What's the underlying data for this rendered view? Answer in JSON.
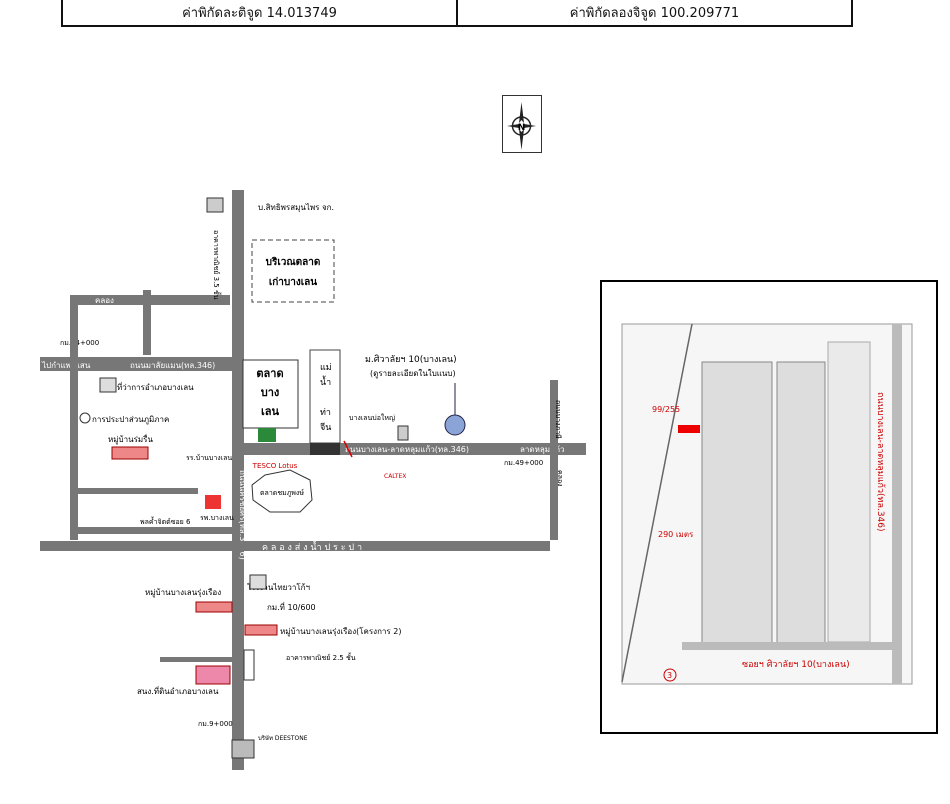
{
  "coords": {
    "lat": "ค่าพิกัดละติจูด 14.013749",
    "lng": "ค่าพิกัดลองจิจูด 100.209771"
  },
  "map": {
    "north_label": "N",
    "company_top": "บ.สิทธิพรสมุนไพร จก.",
    "old_market": "บริเวณตลาด",
    "old_market2": "เก่าบางเลน",
    "building_left": "อาคารพาณิชย์ 3.5 ชั้น",
    "canal_top": "คลอง",
    "km54": "กม.54+000",
    "to_kamphaeng": "ไปกำแพงแสน",
    "road_346_left": "ถนนมาลัยแมน(ทล.346)",
    "district_office": "ที่ว่าการอำเภอบางเลน",
    "public_utility": "การประปาส่วนภูมิภาค",
    "village_rien": "หมู่บ้านร่มรื่น",
    "school": "รร.บ้านบางเลน",
    "market_big": [
      "ตลาด",
      "บาง",
      "เลน"
    ],
    "river": [
      "แม่",
      "น้ำ",
      "ท่า",
      "จีน"
    ],
    "tesco": "TESCO Lotus",
    "market_pattana": "ตลาดชมภูพงษ์",
    "hospital": "รพ.บางเลน",
    "polpat_soi": "พลค้ำจิตต์ซอย 6",
    "road_3296": "ถนนนครชัยศรี(ทล.3296)",
    "project": "ม.ศิวาลัยฯ 10(บางเลน)",
    "project_detail": "(ดูรายละเอียดในใบแนบ)",
    "bang_len_pond": "บางเลนบ่อใหญ่",
    "caltex": "CALTEX",
    "road_main": "ถนนบางเลน-ลาดหลุมแก้ว(ทล.346)",
    "to_ladlumkaew": "ลาดหลุมแก้ว",
    "km49": "กม.49+000",
    "sakhon_road": "ถนนบางภาษี",
    "canal_big": "ค ล อ ง ส่ ง น้ำ ป ร ะ ป า",
    "tai_wacoal": "โรงงานไทยวาโก้ฯ",
    "km10": "กม.ที่ 10/600",
    "village_bangrung": "หมู่บ้านบางเลนรุ่งเรือง",
    "village_bangrung2": "หมู่บ้านบางเลนรุ่งเรือง(โครงการ 2)",
    "building_25": "อาคารพาณิชย์ 2.5 ชั้น",
    "land_office": "สนง.ที่ดินอำเภอบางเลน",
    "km9": "กม.9+000",
    "deestone": "บริษัท DEESTONE",
    "khlong_right": "คลอง"
  },
  "inset": {
    "plot_no": "99/255",
    "distance": "290 เมตร",
    "soi_label": "ซอยฯ ศิวาลัยฯ 10(บางเลน)",
    "road_label": "ถนนบางเลน-ลาดหลุมแก้ว(ทล.346)",
    "marker": "3"
  }
}
